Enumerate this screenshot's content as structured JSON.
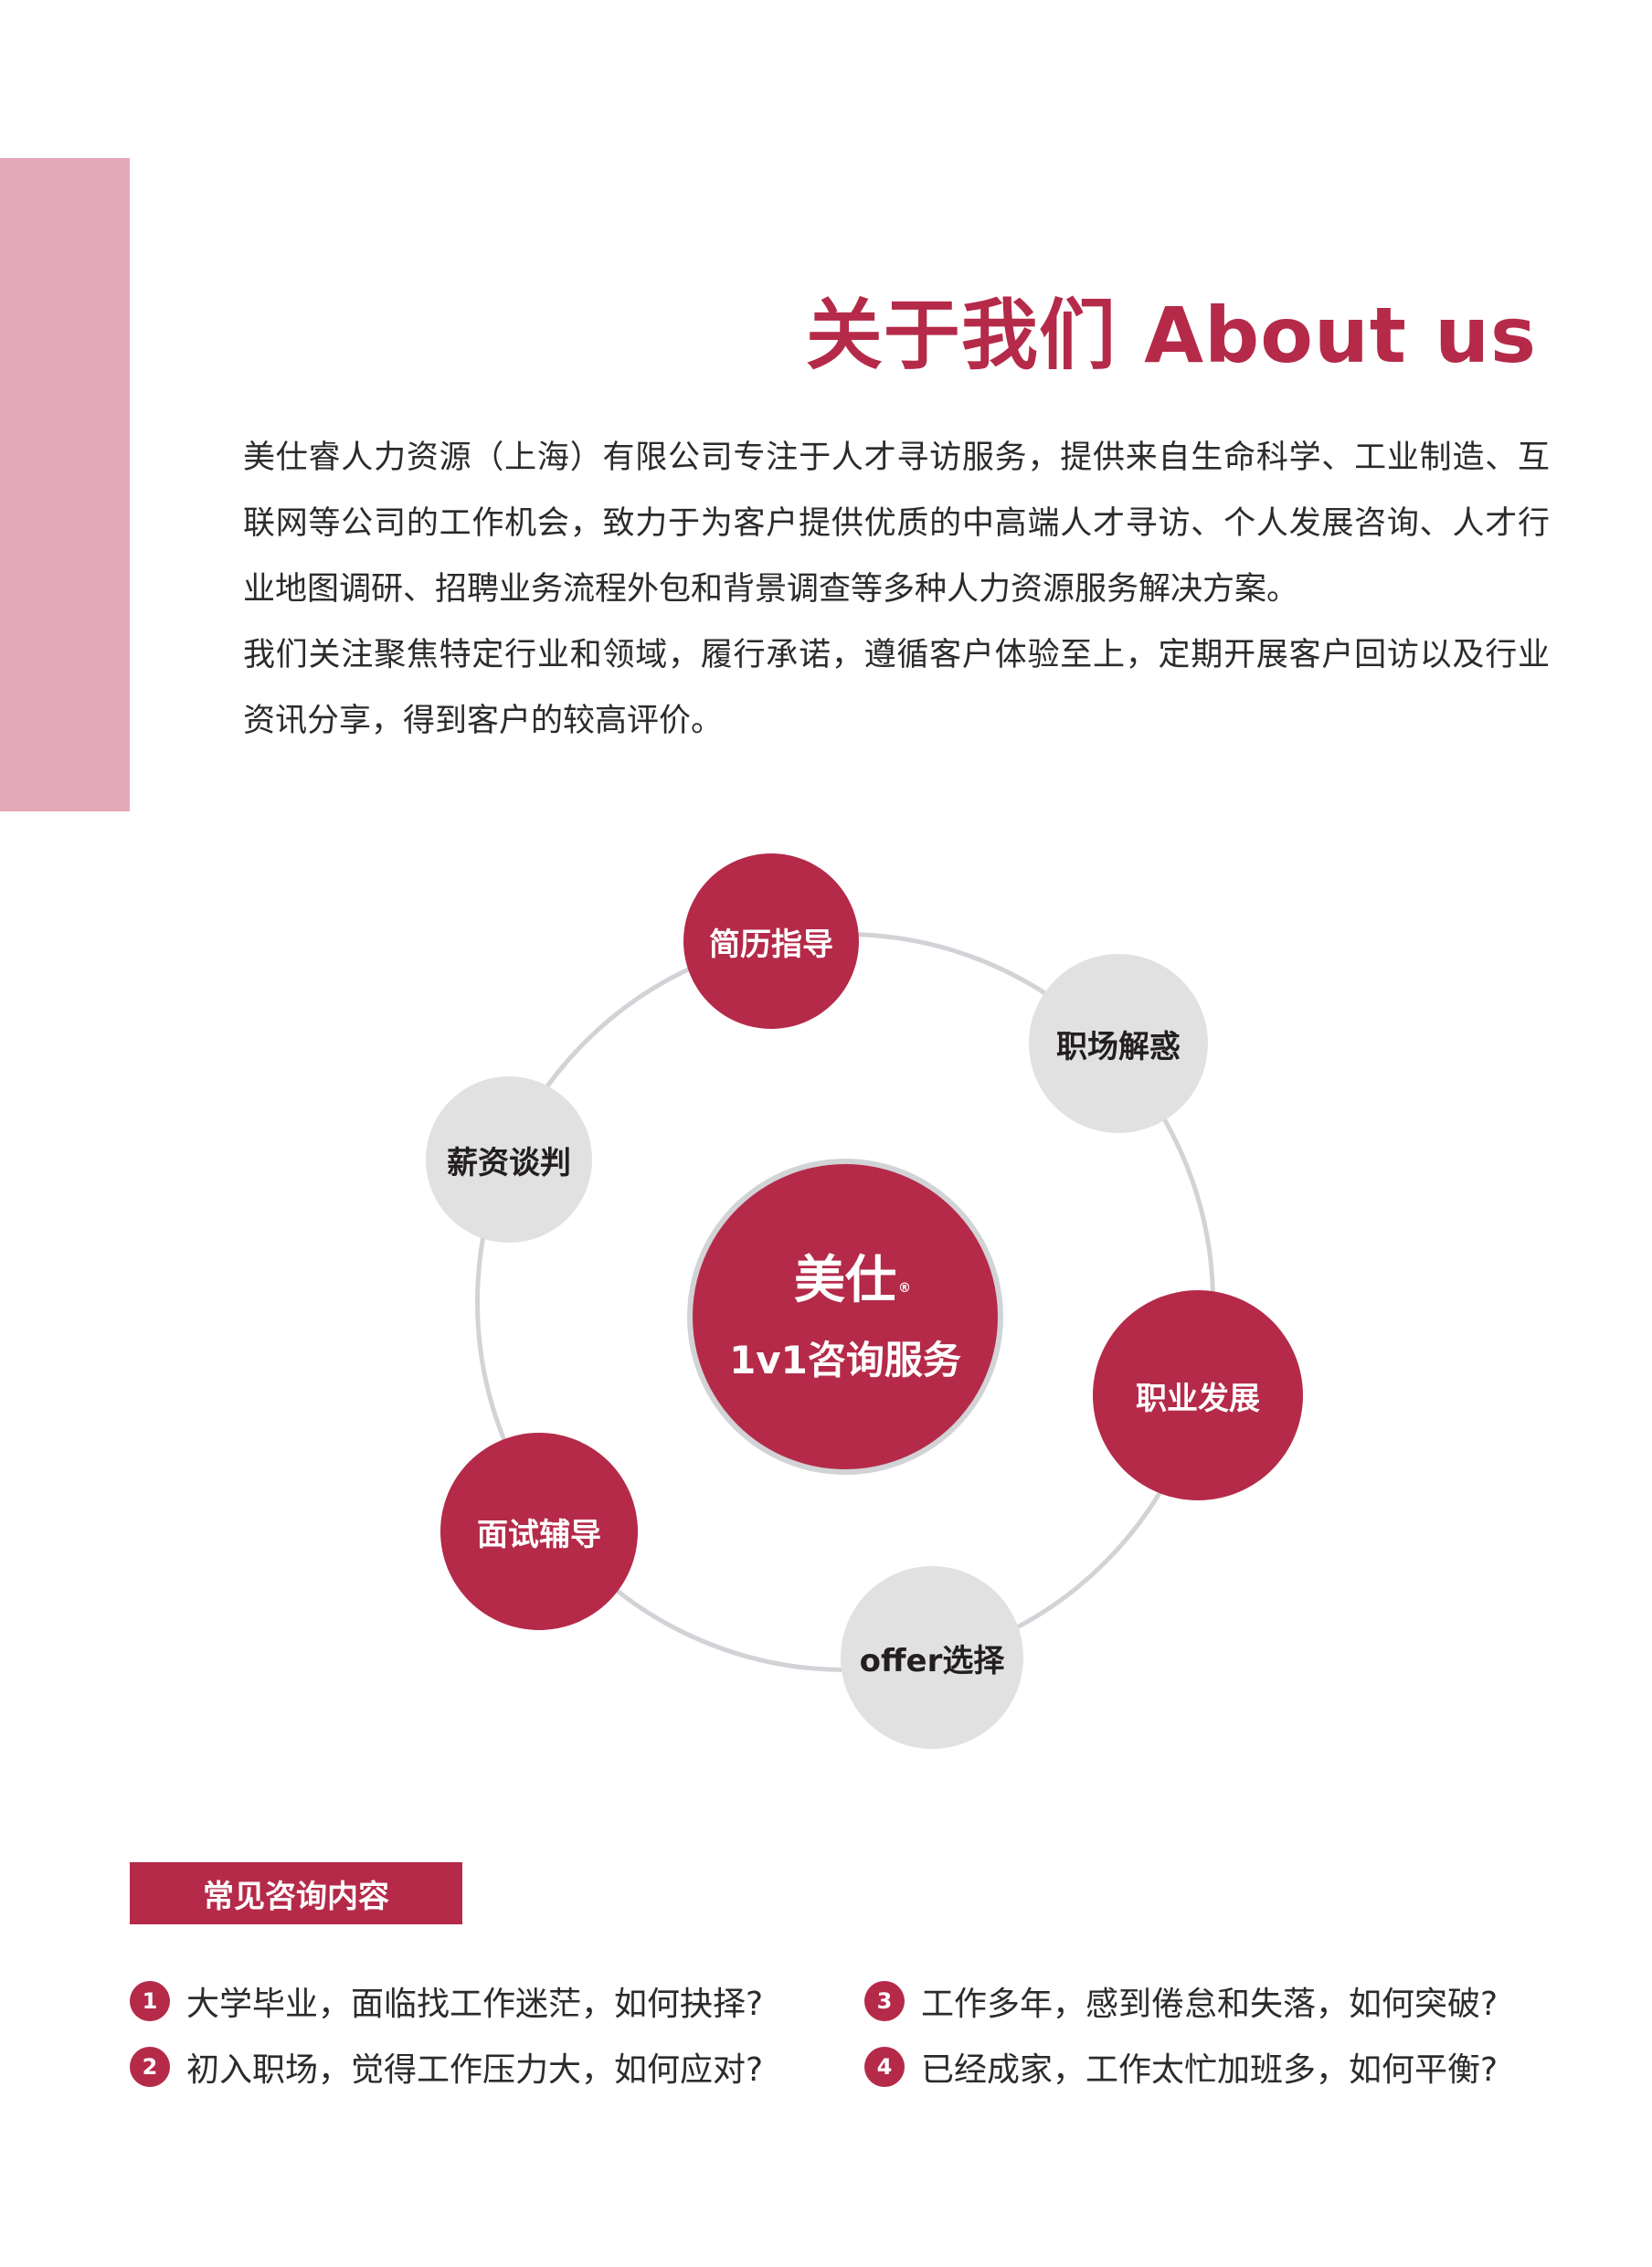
{
  "header": {
    "title": "关于我们 About us"
  },
  "intro": {
    "paragraph1": "美仕睿人力资源（上海）有限公司专注于人才寻访服务，提供来自生命科学、工业制造、互联网等公司的工作机会，致力于为客户提供优质的中高端人才寻访、个人发展咨询、人才行业地图调研、招聘业务流程外包和背景调查等多种人力资源服务解决方案。",
    "paragraph2": "我们关注聚焦特定行业和领域，履行承诺，遵循客户体验至上，定期开展客户回访以及行业资讯分享，得到客户的较高评价。"
  },
  "wheel": {
    "center_brand": "美仕",
    "center_mark": "®",
    "center_service": "1v1咨询服务",
    "nodes": [
      "简历指导",
      "职场解惑",
      "职业发展",
      "offer选择",
      "面试辅导",
      "薪资谈判"
    ]
  },
  "faq": {
    "heading": "常见咨询内容",
    "items": [
      {
        "num": "1",
        "text": "大学毕业，面临找工作迷茫，如何抉择?"
      },
      {
        "num": "2",
        "text": "初入职场，觉得工作压力大，如何应对?"
      },
      {
        "num": "3",
        "text": "工作多年，感到倦怠和失落，如何突破?"
      },
      {
        "num": "4",
        "text": "已经成家，工作太忙加班多，如何平衡?"
      }
    ]
  },
  "colors": {
    "accent": "#b52a49",
    "band": "#e4a9b8",
    "grey_node": "#e1e1e2",
    "ring": "#d1d3d6"
  }
}
